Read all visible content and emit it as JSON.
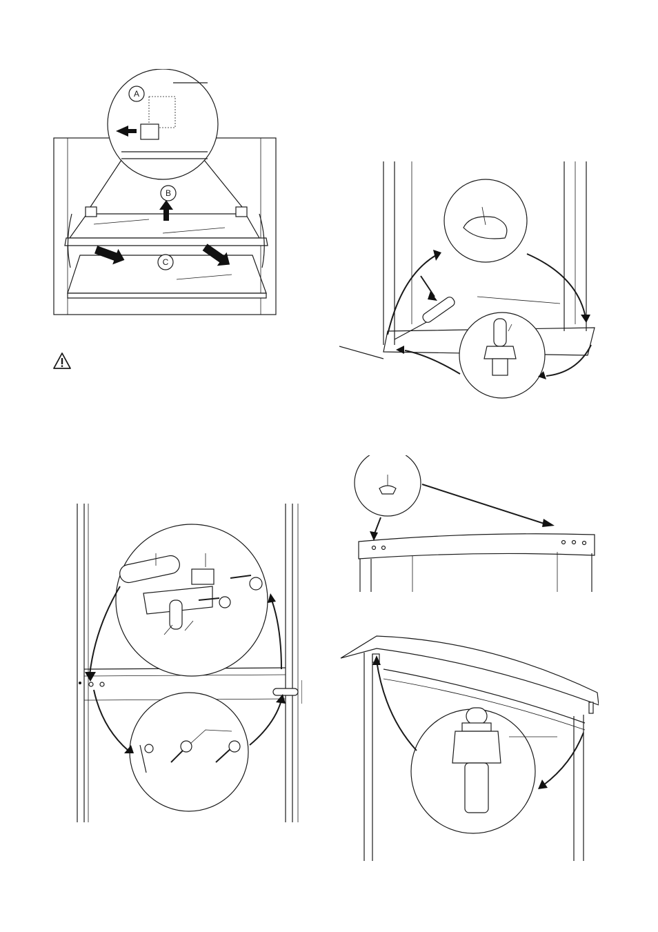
{
  "figures": {
    "shelf_removal": {
      "callouts": [
        "A",
        "B",
        "C"
      ]
    }
  },
  "icons": {
    "warning": "warning-triangle-icon"
  }
}
